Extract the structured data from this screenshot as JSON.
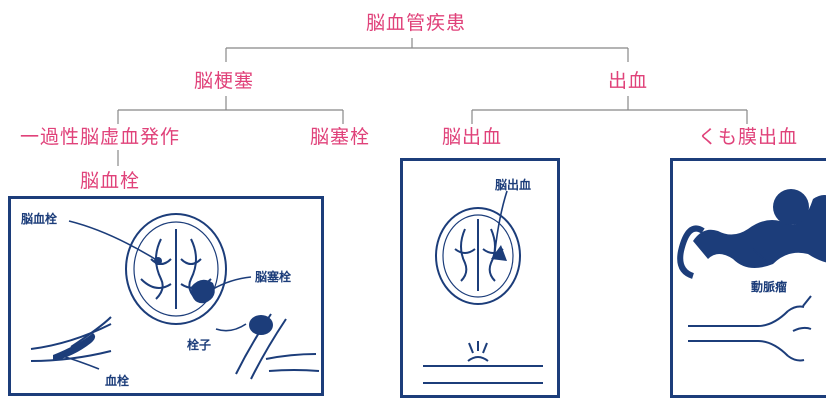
{
  "tree": {
    "root": "脳血管疾患",
    "infarction": "脳梗塞",
    "hemorrhage": "出血",
    "tia": "一過性脳虚血発作",
    "embolism": "脳塞栓",
    "thrombosis": "脳血栓",
    "cerebral_hemorrhage": "脳出血",
    "sah": "くも膜出血"
  },
  "panels": {
    "left": {
      "label_thrombus_brain": "脳血栓",
      "label_embolism": "脳塞栓",
      "label_embolus": "栓子",
      "label_thrombus": "血栓"
    },
    "middle": {
      "label_hemorrhage": "脳出血"
    },
    "right": {
      "label_aneurysm": "動脈瘤"
    }
  },
  "colors": {
    "tree_text": "#e0427a",
    "tree_lines": "#888888",
    "panel_ink": "#1c3d7a"
  }
}
